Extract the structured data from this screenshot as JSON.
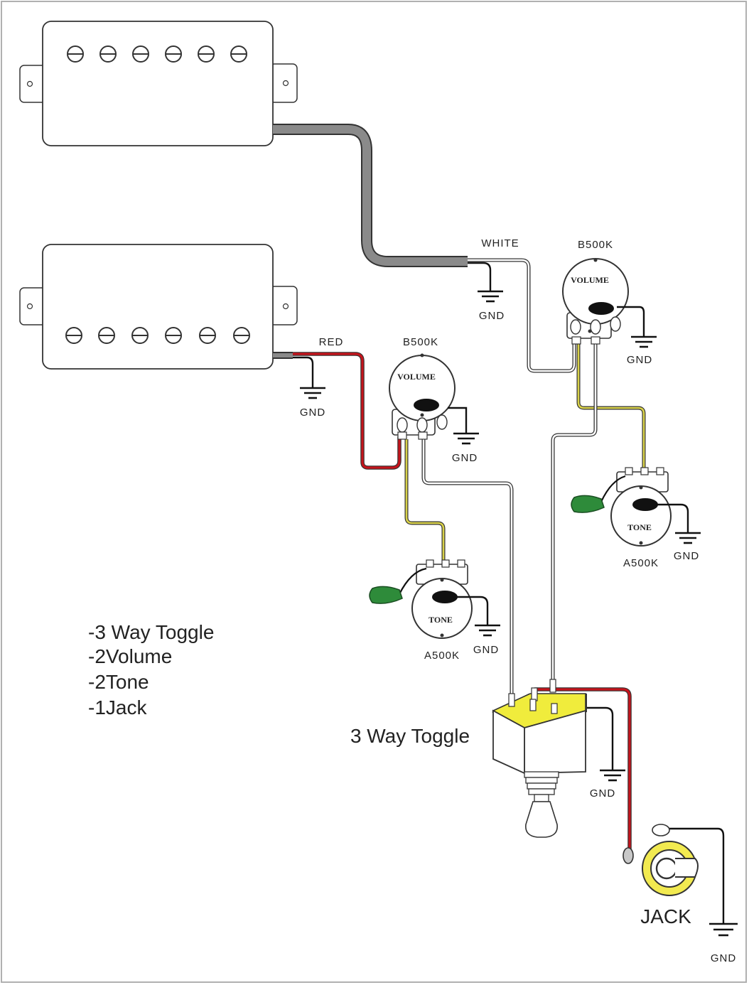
{
  "colors": {
    "shielded_cable": "#8a8a8a",
    "red_wire": "#c4141c",
    "yellow_wire": "#d9d24a",
    "capacitor": "#2e8b3a",
    "toggle_top": "#f0ec3c",
    "jack_ring": "#f2ea50",
    "outline": "#333333"
  },
  "labels": {
    "wire_white": "WHITE",
    "wire_red": "RED",
    "pot_volume_value": "B500K",
    "pot_tone_value": "A500K",
    "pot_volume_face": "VOLUME",
    "pot_tone_face": "TONE",
    "gnd": "GND",
    "toggle": "3 Way Toggle",
    "jack": "JACK"
  },
  "parts_list": [
    "-3 Way Toggle",
    "-2Volume",
    "-2Tone",
    "-1Jack"
  ]
}
